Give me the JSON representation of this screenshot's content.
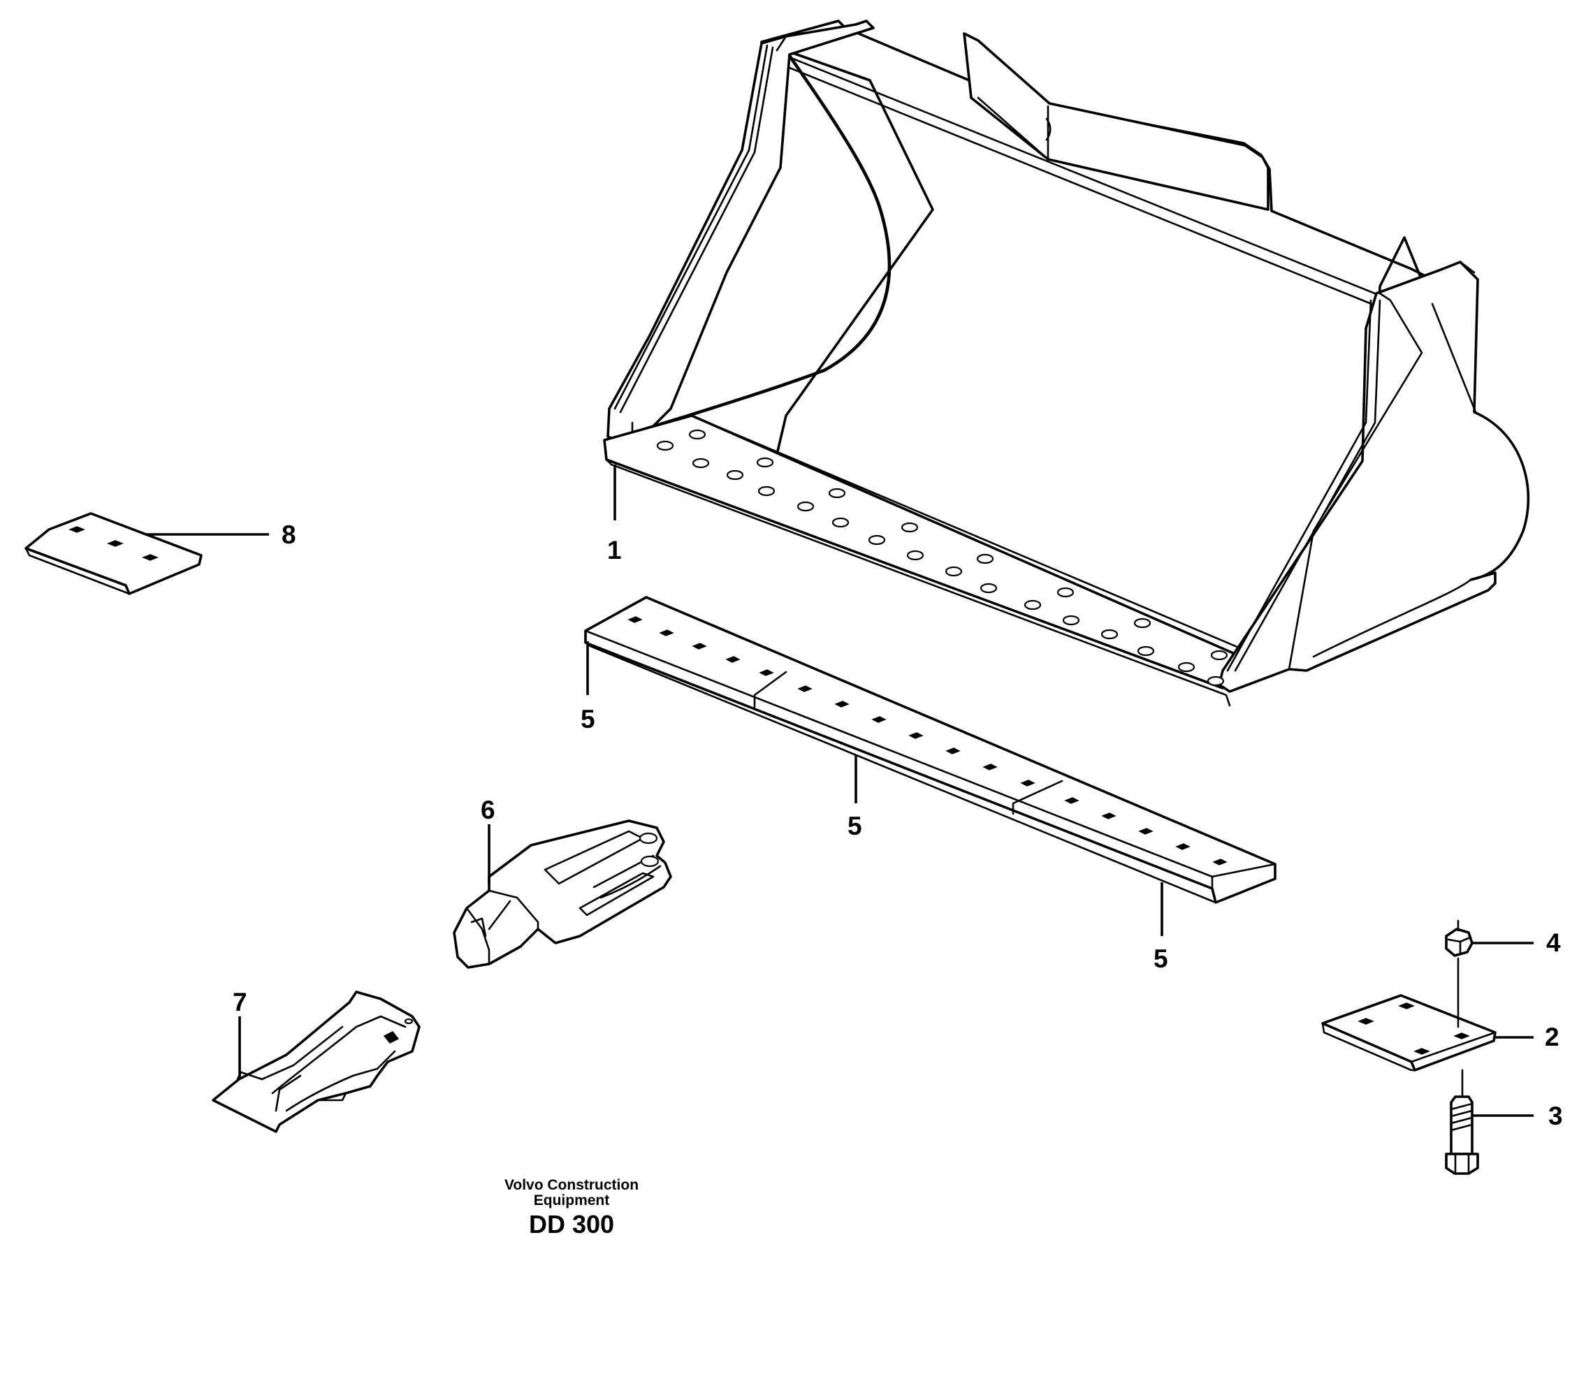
{
  "callouts": {
    "c1": "1",
    "c2": "2",
    "c3": "3",
    "c4": "4",
    "c5a": "5",
    "c5b": "5",
    "c5c": "5",
    "c6": "6",
    "c7": "7",
    "c8": "8"
  },
  "footer": {
    "line1": "Volvo Construction",
    "line2": "Equipment",
    "code": "DD 300"
  }
}
